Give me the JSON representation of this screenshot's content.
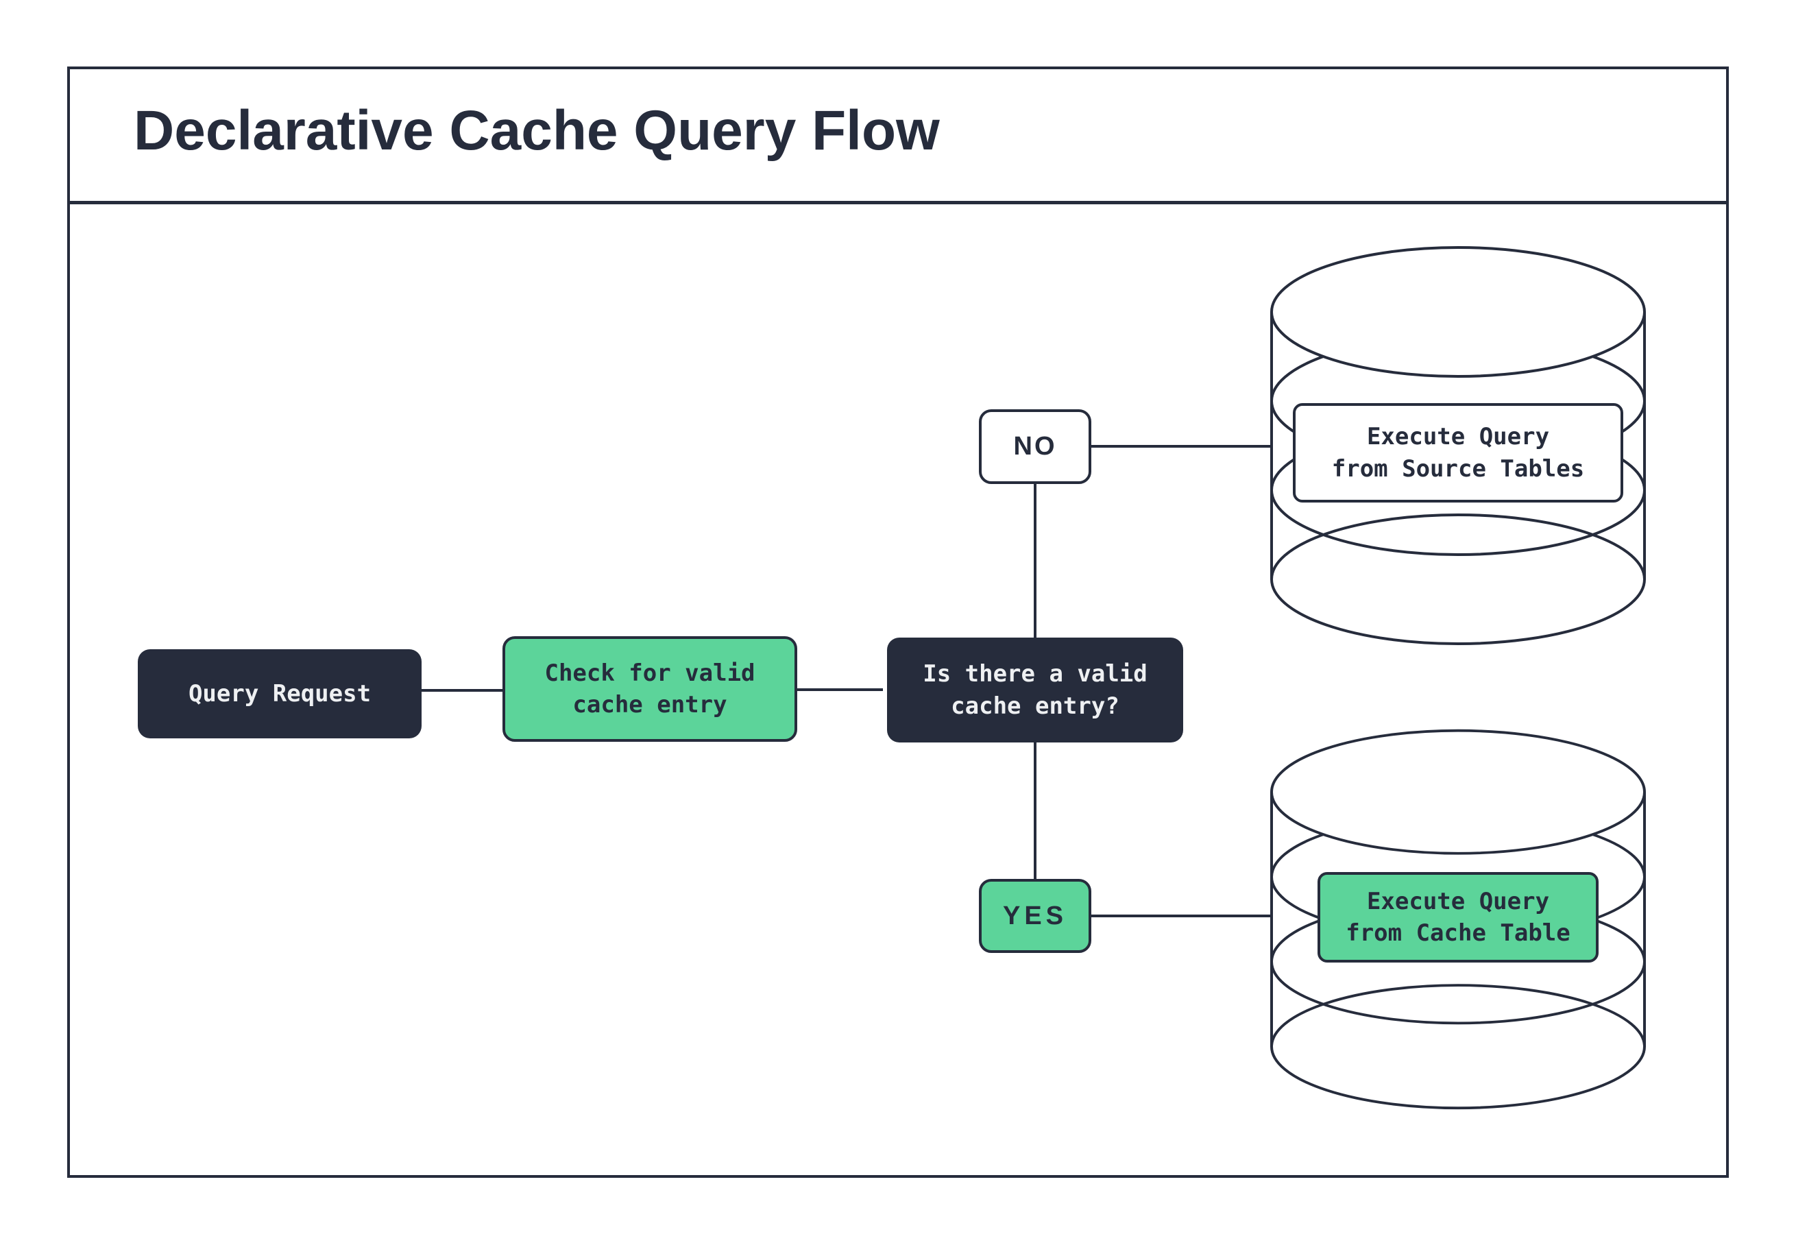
{
  "title": "Declarative Cache Query Flow",
  "colors": {
    "dark_navy": "#262c3c",
    "green": "#5cd49a",
    "light_text": "#eef0f2",
    "background": "#ffffff"
  },
  "nodes": {
    "query_request": {
      "label": "Query Request"
    },
    "check_cache": {
      "line1": "Check for valid",
      "line2": "cache entry"
    },
    "decision": {
      "line1": "Is there a valid",
      "line2": "cache entry?"
    },
    "no_branch": {
      "label": "NO"
    },
    "yes_branch": {
      "label": "YES"
    },
    "source_db": {
      "line1": "Execute Query",
      "line2": "from Source Tables"
    },
    "cache_db": {
      "line1": "Execute Query",
      "line2": "from Cache Table"
    }
  }
}
